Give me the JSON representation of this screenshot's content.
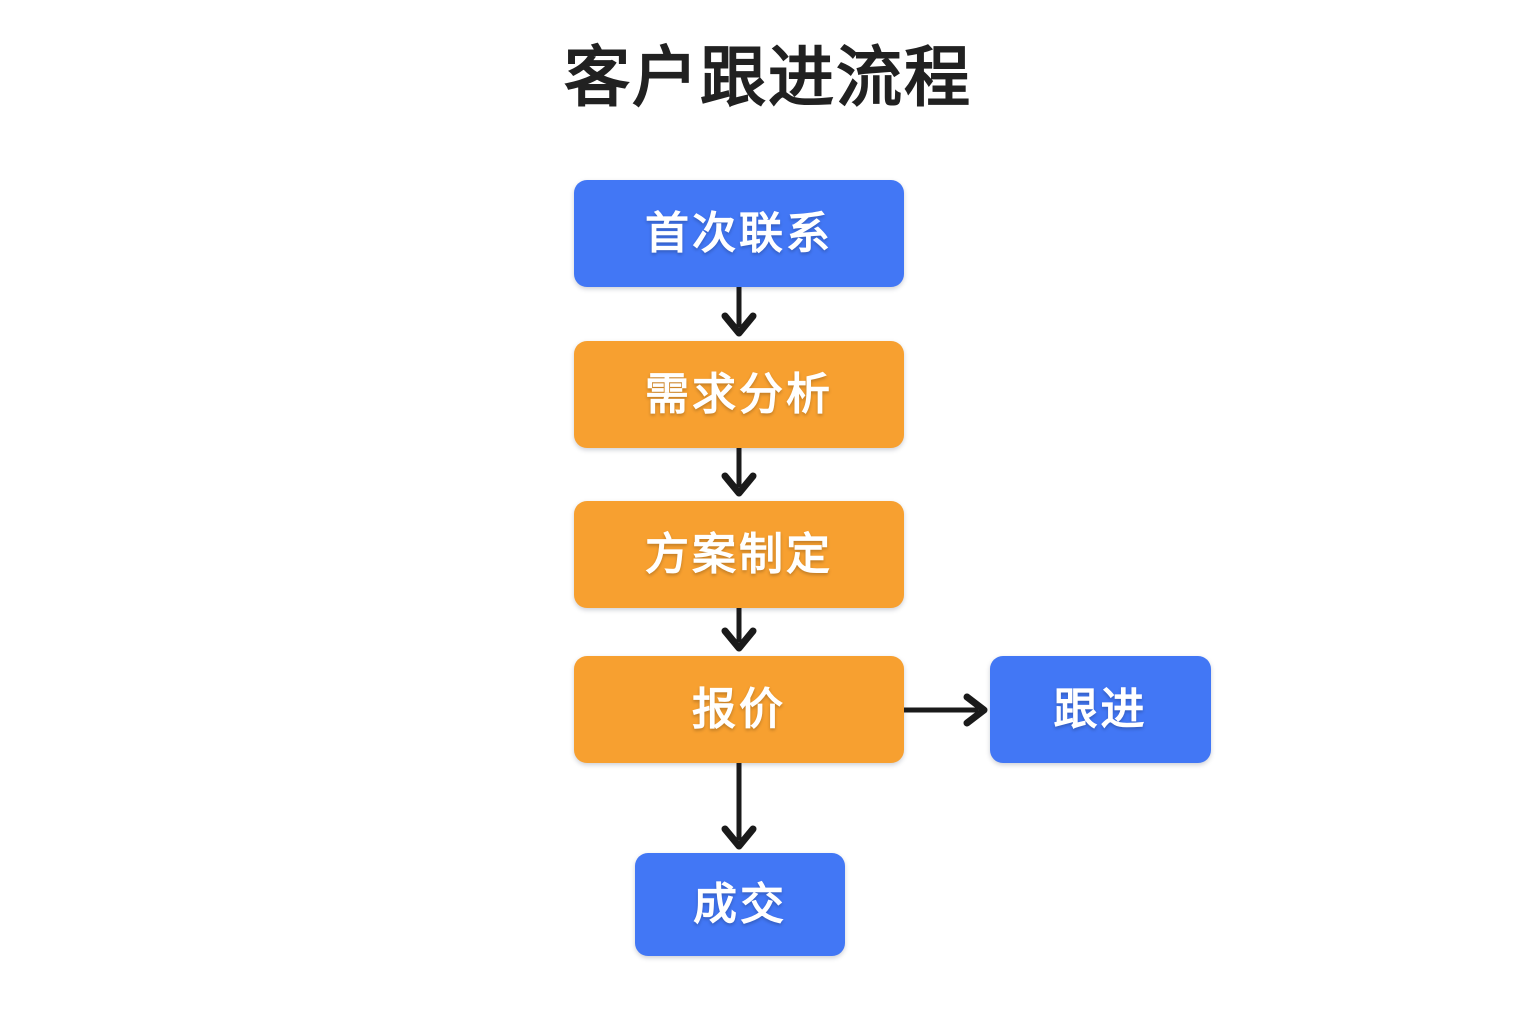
{
  "page": {
    "background_color": "#ffffff",
    "title": "客户跟进流程"
  },
  "palette": {
    "blue": "#4277f5",
    "orange": "#f7a030",
    "text_on_node": "#ffffff",
    "title_color": "#212121",
    "connector_color": "#1a1a1a"
  },
  "diagram": {
    "type": "flowchart",
    "orientation": "top-to-bottom",
    "nodes": [
      {
        "id": "first-contact",
        "label": "首次联系",
        "color": "blue",
        "shape": "rounded-rect"
      },
      {
        "id": "needs-analysis",
        "label": "需求分析",
        "color": "orange",
        "shape": "rounded-rect"
      },
      {
        "id": "plan-making",
        "label": "方案制定",
        "color": "orange",
        "shape": "rounded-rect"
      },
      {
        "id": "quotation",
        "label": "报价",
        "color": "orange",
        "shape": "rounded-rect"
      },
      {
        "id": "follow-up",
        "label": "跟进",
        "color": "blue",
        "shape": "rounded-rect"
      },
      {
        "id": "deal-closed",
        "label": "成交",
        "color": "blue",
        "shape": "rounded-rect"
      }
    ],
    "edges": [
      {
        "from": "first-contact",
        "to": "needs-analysis",
        "direction": "down",
        "label": ""
      },
      {
        "from": "needs-analysis",
        "to": "plan-making",
        "direction": "down",
        "label": ""
      },
      {
        "from": "plan-making",
        "to": "quotation",
        "direction": "down",
        "label": ""
      },
      {
        "from": "quotation",
        "to": "follow-up",
        "direction": "right",
        "label": ""
      },
      {
        "from": "quotation",
        "to": "deal-closed",
        "direction": "down",
        "label": ""
      }
    ]
  }
}
